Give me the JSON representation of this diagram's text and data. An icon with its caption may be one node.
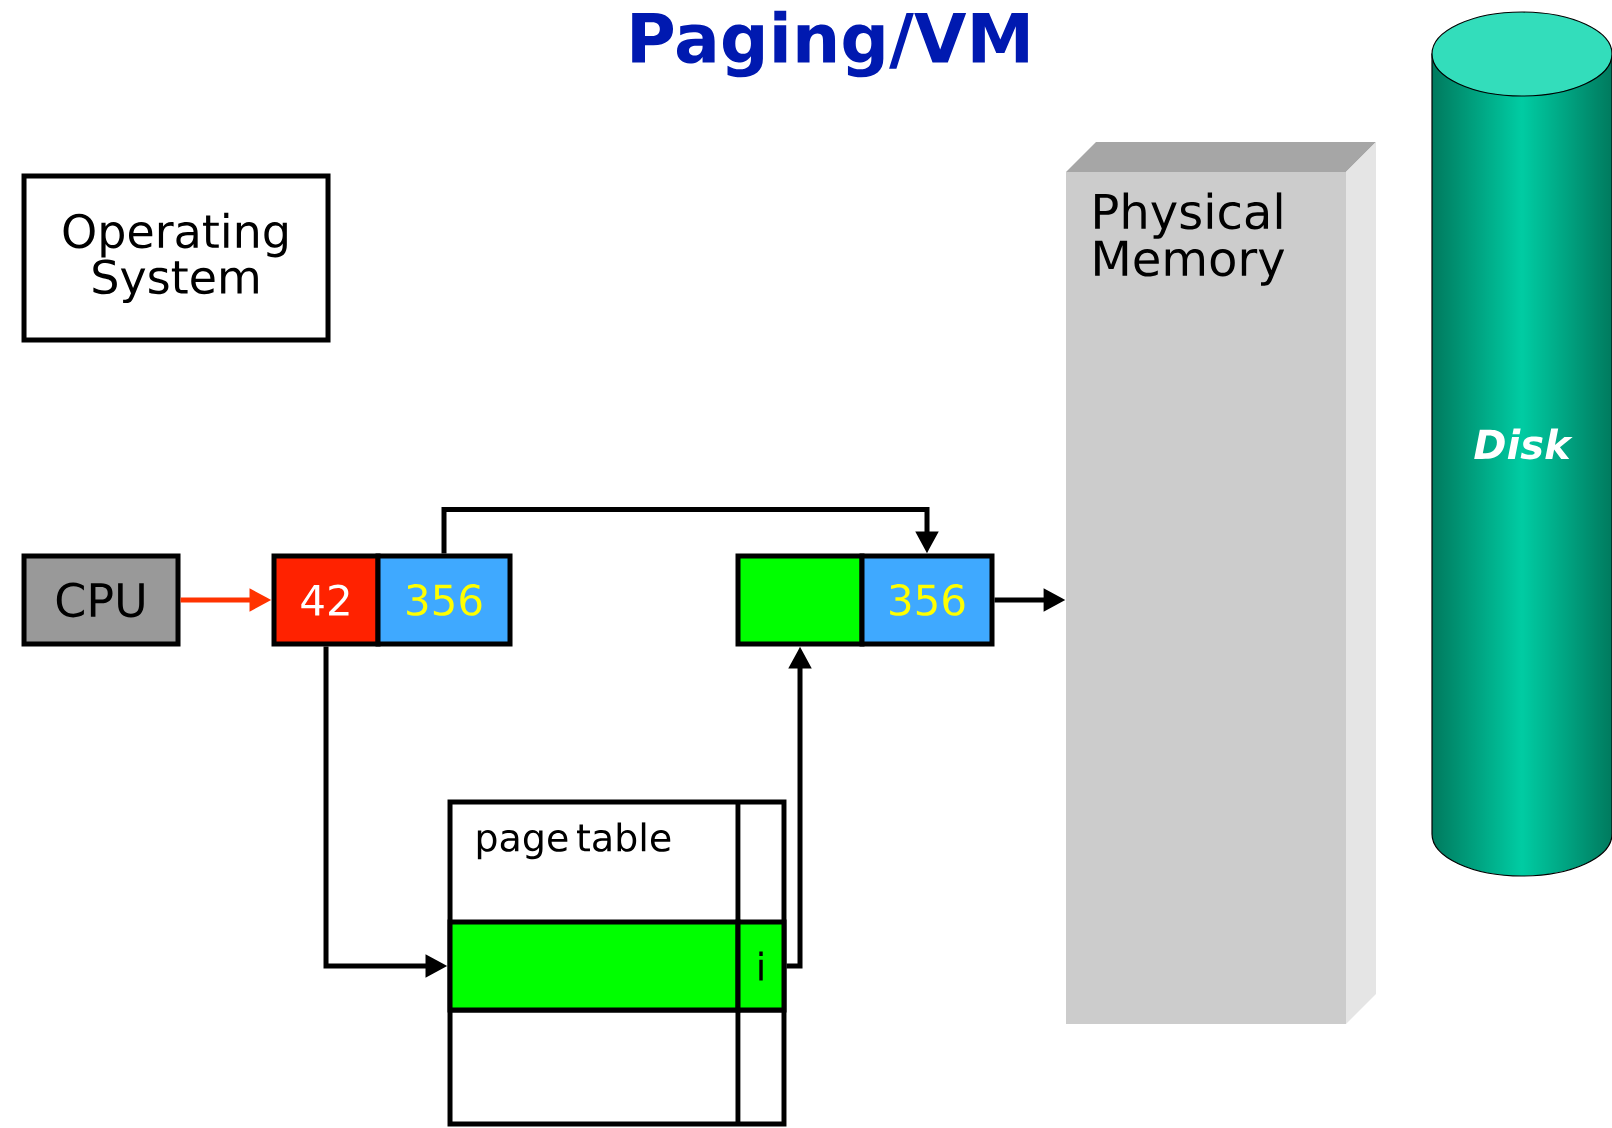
{
  "diagram": {
    "title": "Paging/VM",
    "nodes": [
      {
        "text": [
          "Operating System"
        ]
      },
      {
        "text": [
          "CPU"
        ]
      },
      {
        "text": [
          "42"
        ]
      },
      {
        "text": [
          "356"
        ]
      },
      {
        "text": [],
        "shape": "box"
      },
      {
        "text": [
          "356"
        ]
      },
      {
        "text": [
          "page table"
        ]
      },
      {
        "text": [],
        "shape": "box",
        "in": 6
      },
      {
        "text": [
          "i"
        ],
        "in": 6
      },
      {
        "text": [
          "Physical Memory"
        ]
      },
      {
        "text": [
          "Disk"
        ]
      }
    ],
    "edges": [
      {
        "from": 1,
        "to": 2,
        "arrow": "to",
        "color": "#ff3300"
      },
      {
        "from": 3,
        "to": 5,
        "arrow": "to"
      },
      {
        "from": 2,
        "to": 7,
        "arrow": "to"
      },
      {
        "from": 8,
        "to": 4,
        "arrow": "to"
      },
      {
        "from": 5,
        "to": 9,
        "arrow": "to"
      }
    ]
  }
}
